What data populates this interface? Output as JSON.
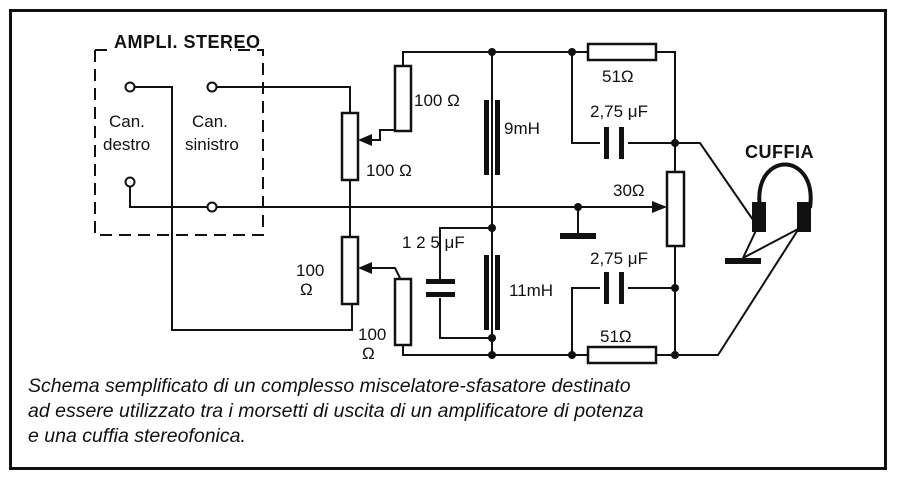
{
  "labels": {
    "ampli": "AMPLI. STEREO",
    "can_destro_1": "Can.",
    "can_destro_2": "destro",
    "can_sinistro_1": "Can.",
    "can_sinistro_2": "sinistro",
    "r_100_top": "100 Ω",
    "r_100_pot": "100 Ω",
    "r_100_left_1": "100",
    "r_100_left_2": "Ω",
    "r_100_bottom_1": "100",
    "r_100_bottom_2": "Ω",
    "l_9mh": "9mH",
    "l_11mh": "11mH",
    "c_125": "1 2 5  μF",
    "r_51_top": "51Ω",
    "r_51_bottom": "51Ω",
    "c_275_top": "2,75 μF",
    "c_275_bottom": "2,75 μF",
    "r_30": "30Ω",
    "cuffia": "CUFFIA"
  },
  "caption": {
    "line1": "Schema semplificato di un complesso miscelatore-sfasatore destinato",
    "line2": "ad essere utilizzato tra i morsetti di uscita di un amplificatore di potenza",
    "line3": "e una cuffia stereofonica."
  }
}
